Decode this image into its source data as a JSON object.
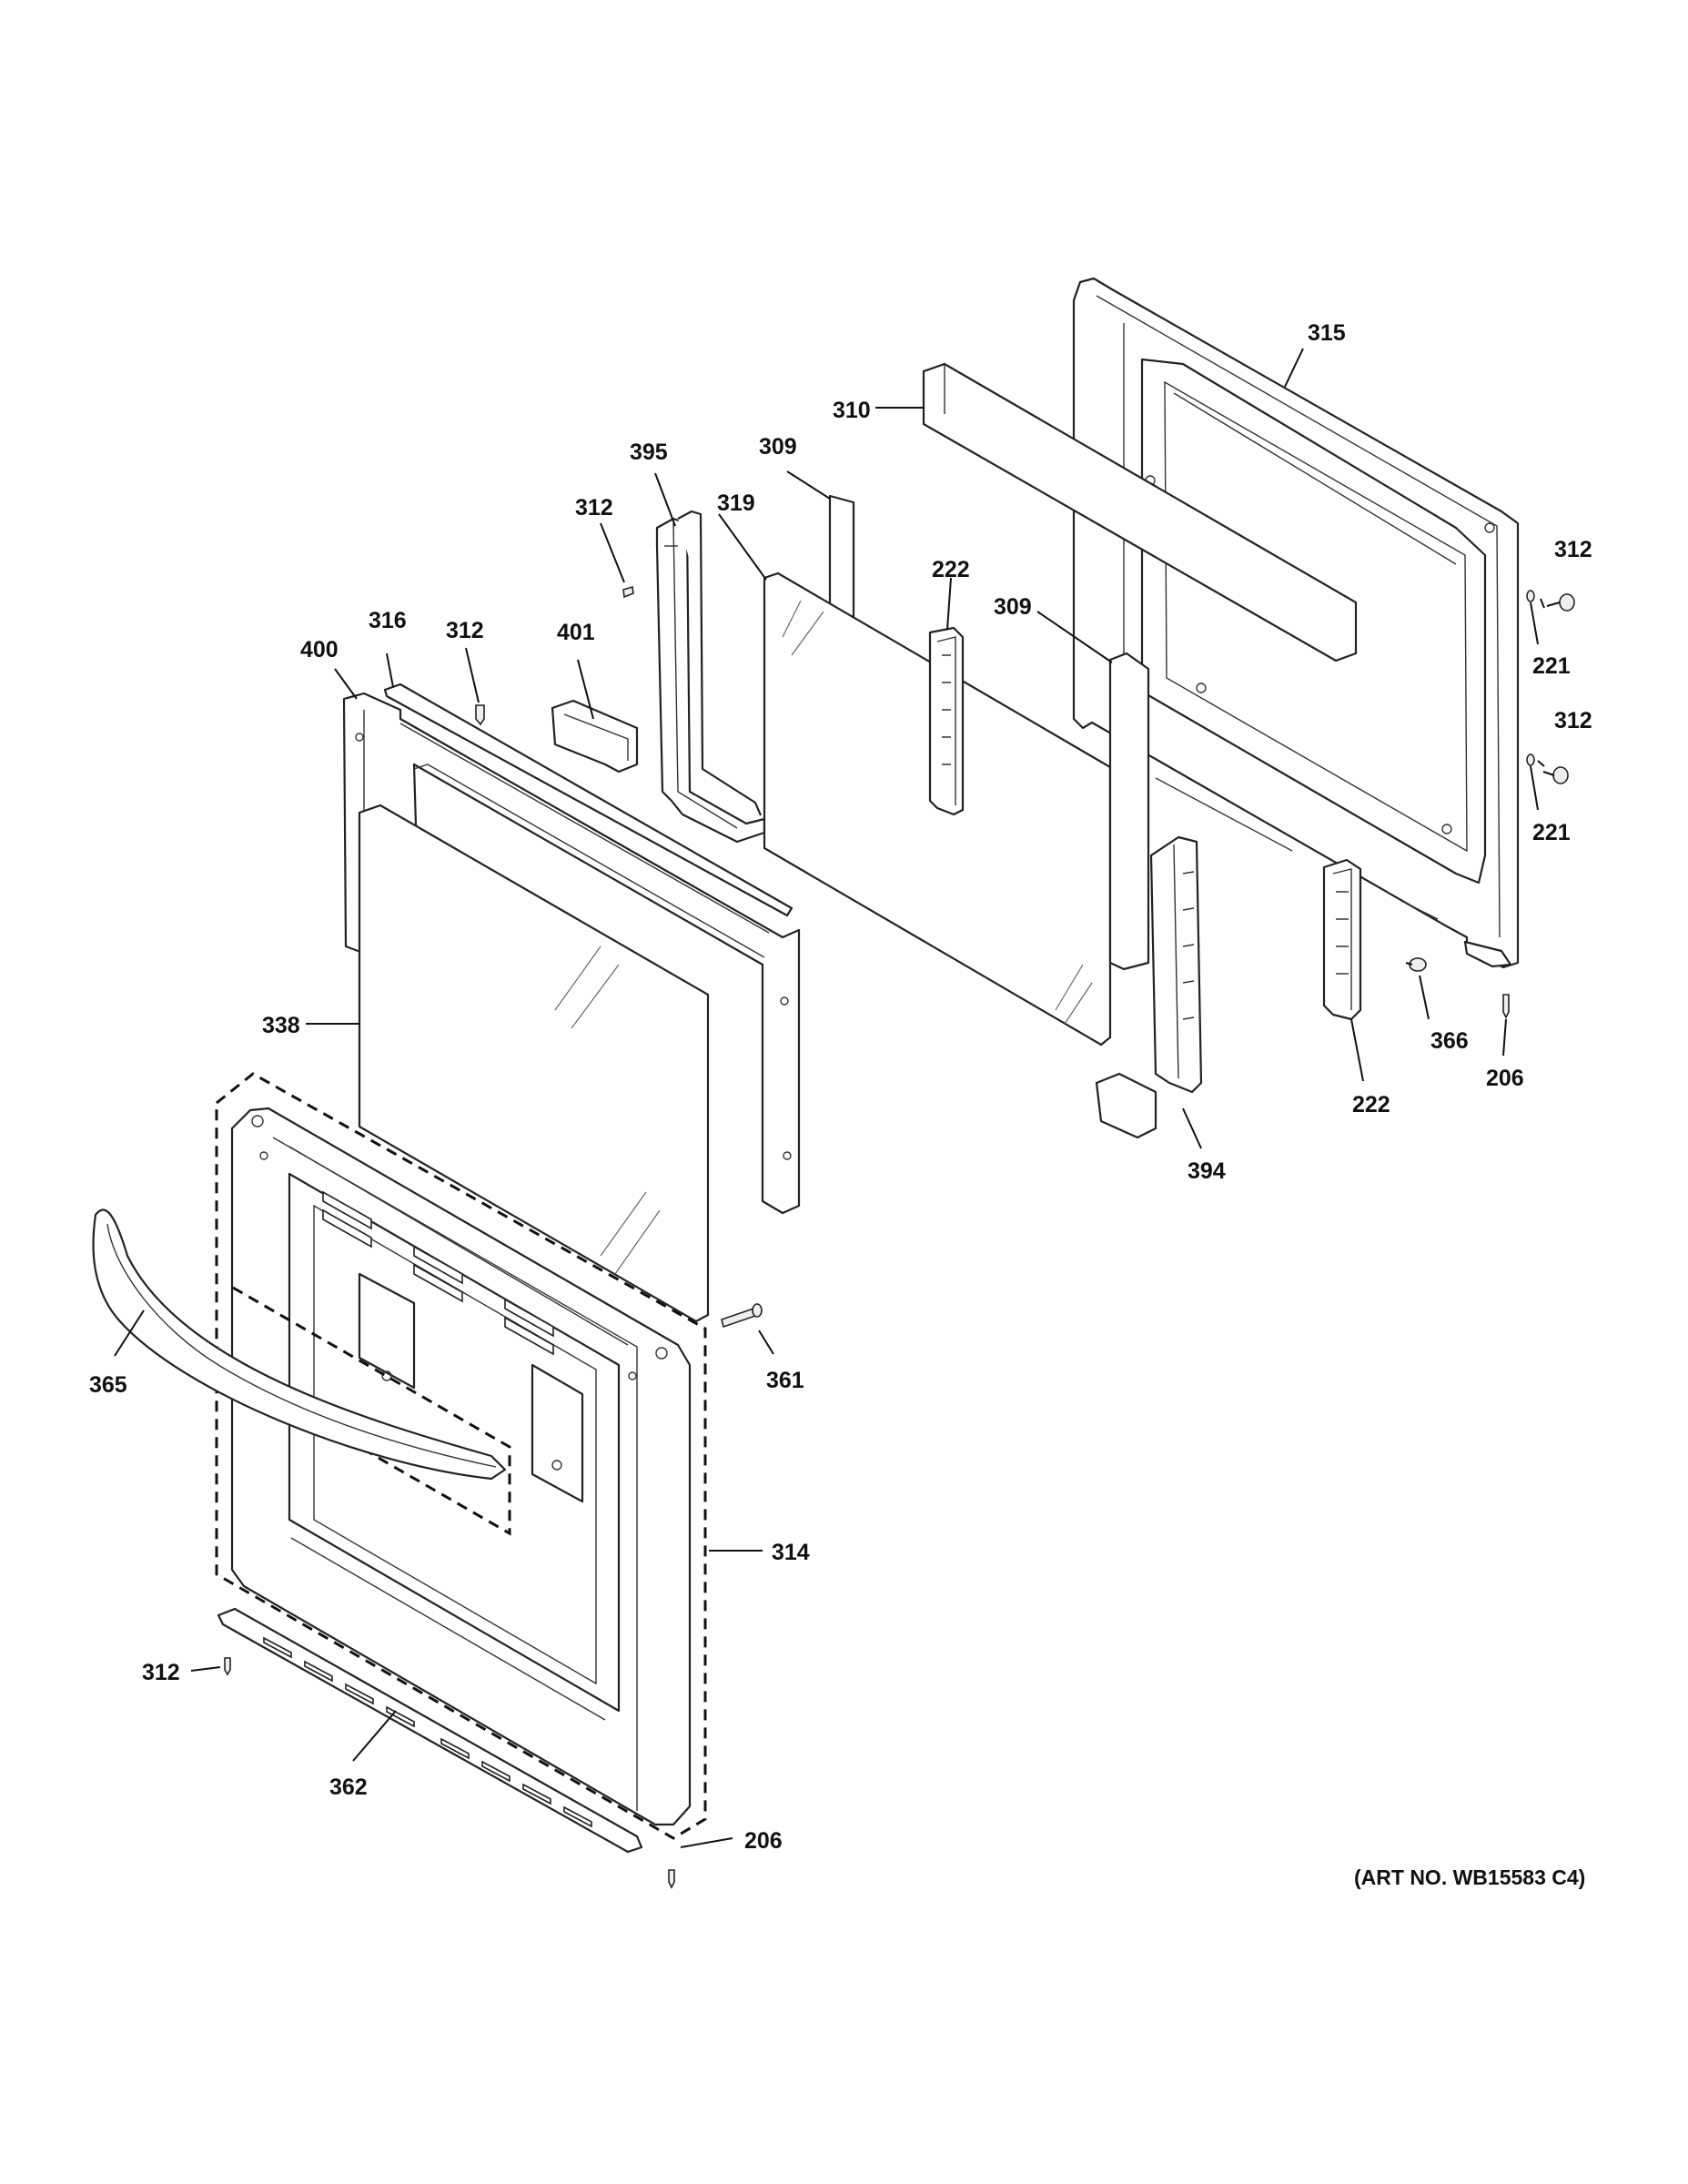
{
  "diagram": {
    "callouts": {
      "c315": "315",
      "c310": "310",
      "c395": "395",
      "c309a": "309",
      "c319": "319",
      "c312a": "312",
      "c222a": "222",
      "c309b": "309",
      "c312b": "312",
      "c221a": "221",
      "c312c": "312",
      "c221b": "221",
      "c316": "316",
      "c312d": "312",
      "c401": "401",
      "c400": "400",
      "c338": "338",
      "c366": "366",
      "c206a": "206",
      "c222b": "222",
      "c394": "394",
      "c365": "365",
      "c361": "361",
      "c314": "314",
      "c312e": "312",
      "c362": "362",
      "c206b": "206"
    },
    "art_number": "(ART NO. WB15583 C4)"
  }
}
